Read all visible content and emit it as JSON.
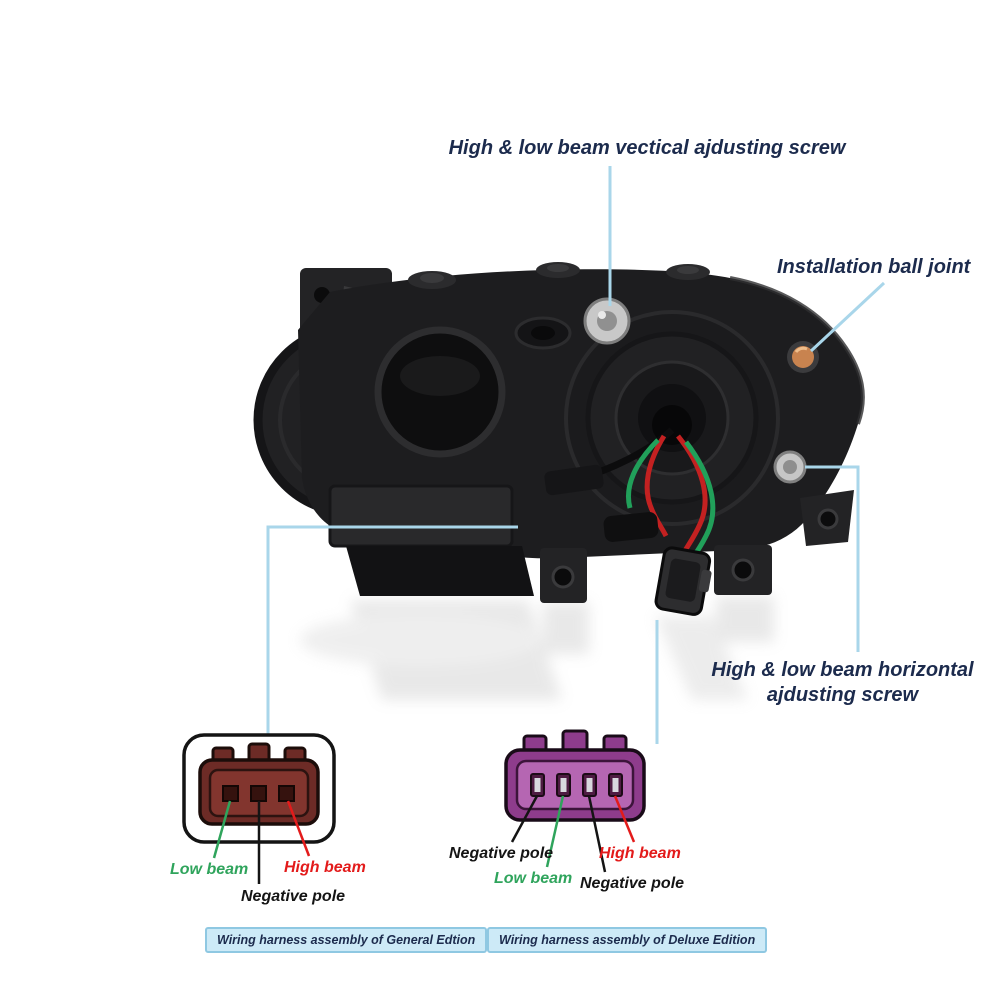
{
  "labels": {
    "vertical_screw": "High & low beam vectical ajdusting screw",
    "ball_joint": "Installation ball joint",
    "horizontal_screw": "High & low beam horizontal ajdusting screw"
  },
  "general_connector": {
    "low_beam": "Low beam",
    "negative_pole": "Negative pole",
    "high_beam": "High beam",
    "caption": "Wiring harness assembly of General Edtion"
  },
  "deluxe_connector": {
    "negative_pole_1": "Negative pole",
    "high_beam": "High beam",
    "low_beam": "Low beam",
    "negative_pole_2": "Negative pole",
    "caption": "Wiring harness assembly of Deluxe Edition"
  },
  "colors": {
    "navy_text": "#1c2b4d",
    "green": "#2fa45c",
    "red": "#e31b1b",
    "black": "#141414",
    "callout_line": "#a9d6ea",
    "caption_bg": "#cdeaf7",
    "caption_border": "#8fc8e2",
    "connector_general_body": "#6d2b26",
    "connector_deluxe_body": "#8e3c8c",
    "ball_joint_copper": "#c8834f"
  }
}
